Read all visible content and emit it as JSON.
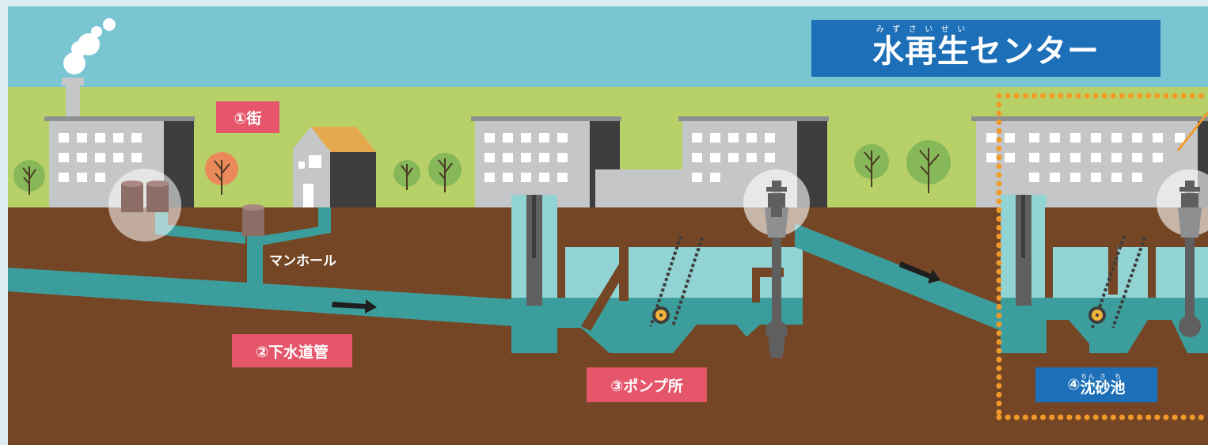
{
  "title": {
    "segments": [
      {
        "base": "水",
        "ruby": "みず"
      },
      {
        "base": "再",
        "ruby": "さい"
      },
      {
        "base": "生",
        "ruby": "せい"
      },
      {
        "base": "センター",
        "ruby": ""
      }
    ]
  },
  "labels": {
    "town": "①街",
    "manhole": "マンホール",
    "sewer_pipe": "②下水道管",
    "pump_station": "③ポンプ所",
    "grit_chamber": {
      "prefix": "④",
      "segments": [
        {
          "base": "沈",
          "ruby": "ちん"
        },
        {
          "base": "砂",
          "ruby": "さ"
        },
        {
          "base": "池",
          "ruby": "ち"
        }
      ]
    }
  },
  "colors": {
    "sky": "#7ac5d2",
    "grass": "#b8d068",
    "soil": "#744626",
    "water": "#3c9e9c",
    "water_light": "#92d3d3",
    "building": "#c5c6c7",
    "building_dark": "#3d3d3d",
    "label_pink": "#e5566b",
    "label_blue": "#1d6fb8",
    "dotted_frame": "#f29a29"
  }
}
